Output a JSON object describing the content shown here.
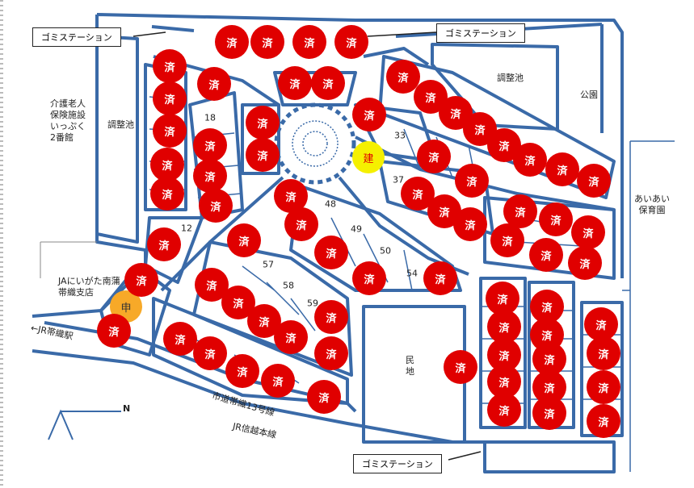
{
  "labels": {
    "garbage_station": "ゴミステーション",
    "pond": "調整池",
    "park": "公園",
    "care_facility": [
      "介護老人",
      "保険施設",
      "いっぷく",
      "2番館"
    ],
    "nursery": [
      "あいあい",
      "保育園"
    ],
    "ja_branch": [
      "JAにいがた南蒲",
      "帯織支店"
    ],
    "station": "←JR帯織駅",
    "city_road": "市道帯織13号線",
    "railway": "JR信越本線",
    "private_land": [
      "民",
      "地"
    ],
    "north": "N"
  },
  "lot_numbers": [
    "18",
    "12",
    "33",
    "37",
    "48",
    "49",
    "50",
    "54",
    "57",
    "58",
    "59"
  ],
  "markers": {
    "sold": "済",
    "building": "建",
    "applied": "申"
  },
  "colors": {
    "sold": "#e00000",
    "building": "#f5f000",
    "applied": "#f7a928",
    "road": "#3a6aa8",
    "text_on_sold": "#ffffff"
  },
  "sold_count_legend": ""
}
